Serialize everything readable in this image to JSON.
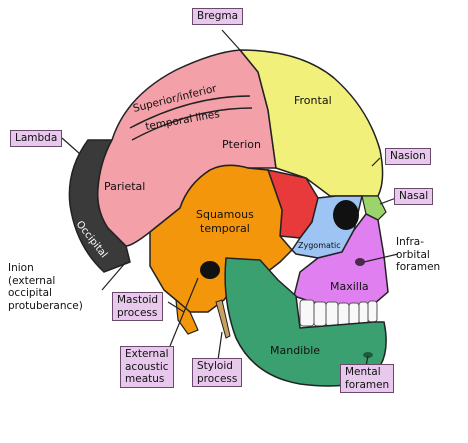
{
  "labels": {
    "bregma": "Bregma",
    "lambda": "Lambda",
    "nasion": "Nasion",
    "nasal": "Nasal",
    "infraorbital": "Infra-\norbital\nforamen",
    "inion": "Inion\n(external\noccipital\nprotuberance)",
    "mastoid": "Mastoid\nprocess",
    "external_meatus": "External\nacoustic\nmeatus",
    "styloid": "Styloid\nprocess",
    "mental": "Mental\nforamen"
  },
  "bone_names": {
    "parietal": "Parietal",
    "frontal": "Frontal",
    "occipital": "Occipital",
    "squamous": "Squamous\ntemporal",
    "pterion": "Pterion",
    "temporal_lines": "Superior/inferior\ntemporal lines",
    "zygomatic": "Zygomatic",
    "maxilla": "Maxilla",
    "mandible": "Mandible"
  },
  "colors": {
    "parietal": "#f4a0a8",
    "frontal": "#f0f07a",
    "occipital": "#3a3a3a",
    "squamous": "#f4960c",
    "sphenoid": "#e83a3a",
    "zygomatic": "#9ec4f4",
    "maxilla": "#e080f0",
    "mandible": "#3aa070",
    "nasal": "#9ad46a",
    "label_bg": "#e8c8ec"
  }
}
